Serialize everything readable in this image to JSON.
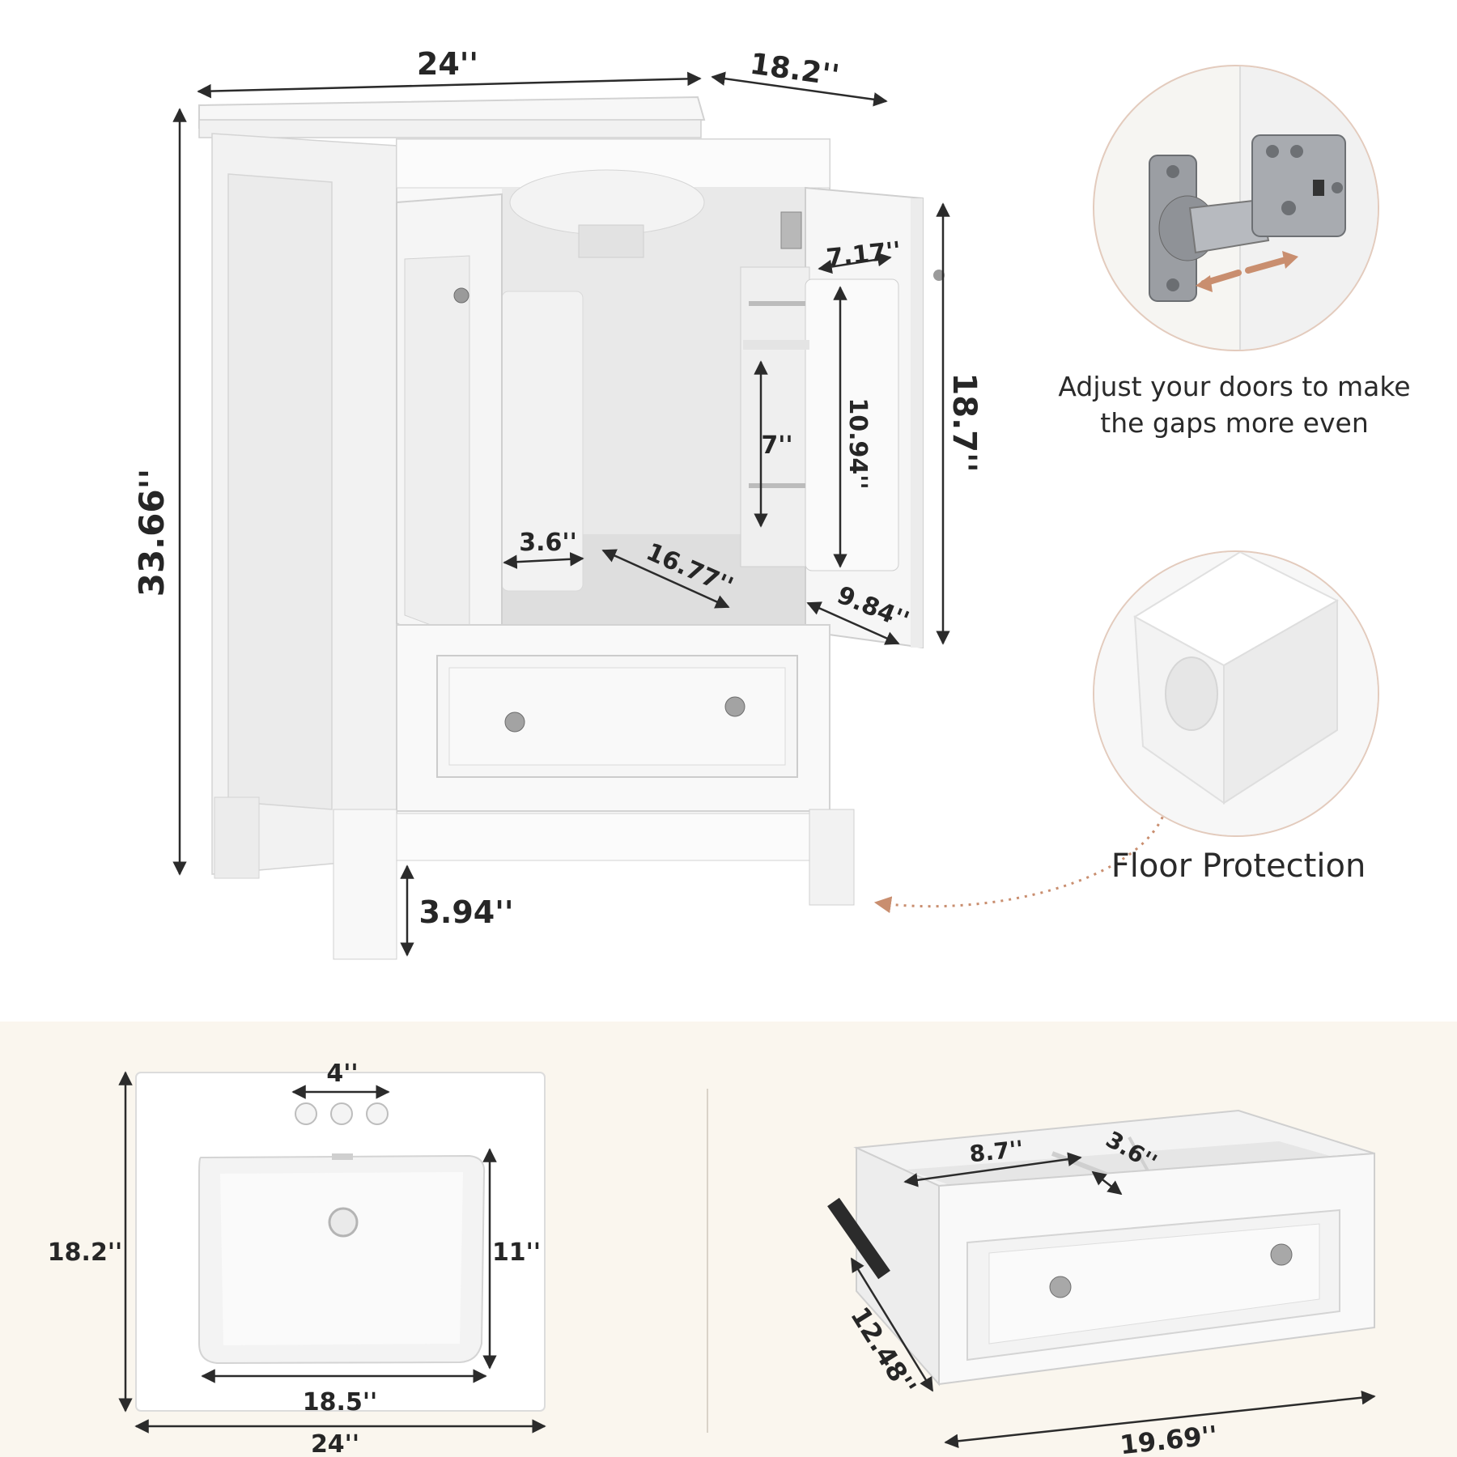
{
  "colors": {
    "accent": "#c98e6f",
    "bottom_panel": "#faf6ee",
    "dim_line": "#2b2b2b"
  },
  "cabinet": {
    "width": "24''",
    "depth": "18.2''",
    "height": "33.66''",
    "leg_height": "3.94''",
    "door_height": "18.7''",
    "door_shelf_width": "7.17''",
    "door_shelf_height": "10.94''",
    "shelf_spacing": "7''",
    "open_gap": "3.6''",
    "inner_width": "16.77''",
    "inner_depth": "9.84''"
  },
  "features": {
    "hinge_caption_line1": "Adjust your doors to make",
    "hinge_caption_line2": "the gaps more even",
    "hinge_icon": "soft-close-hinge",
    "floor_caption": "Floor Protection",
    "floor_icon": "foot-pad"
  },
  "sink": {
    "faucet_spacing": "4''",
    "depth": "18.2''",
    "basin_depth": "11''",
    "basin_width": "18.5''",
    "width": "24''"
  },
  "drawer": {
    "compartment_width": "8.7''",
    "divider_gap": "3.6''",
    "depth": "12.48''",
    "width": "19.69''"
  }
}
